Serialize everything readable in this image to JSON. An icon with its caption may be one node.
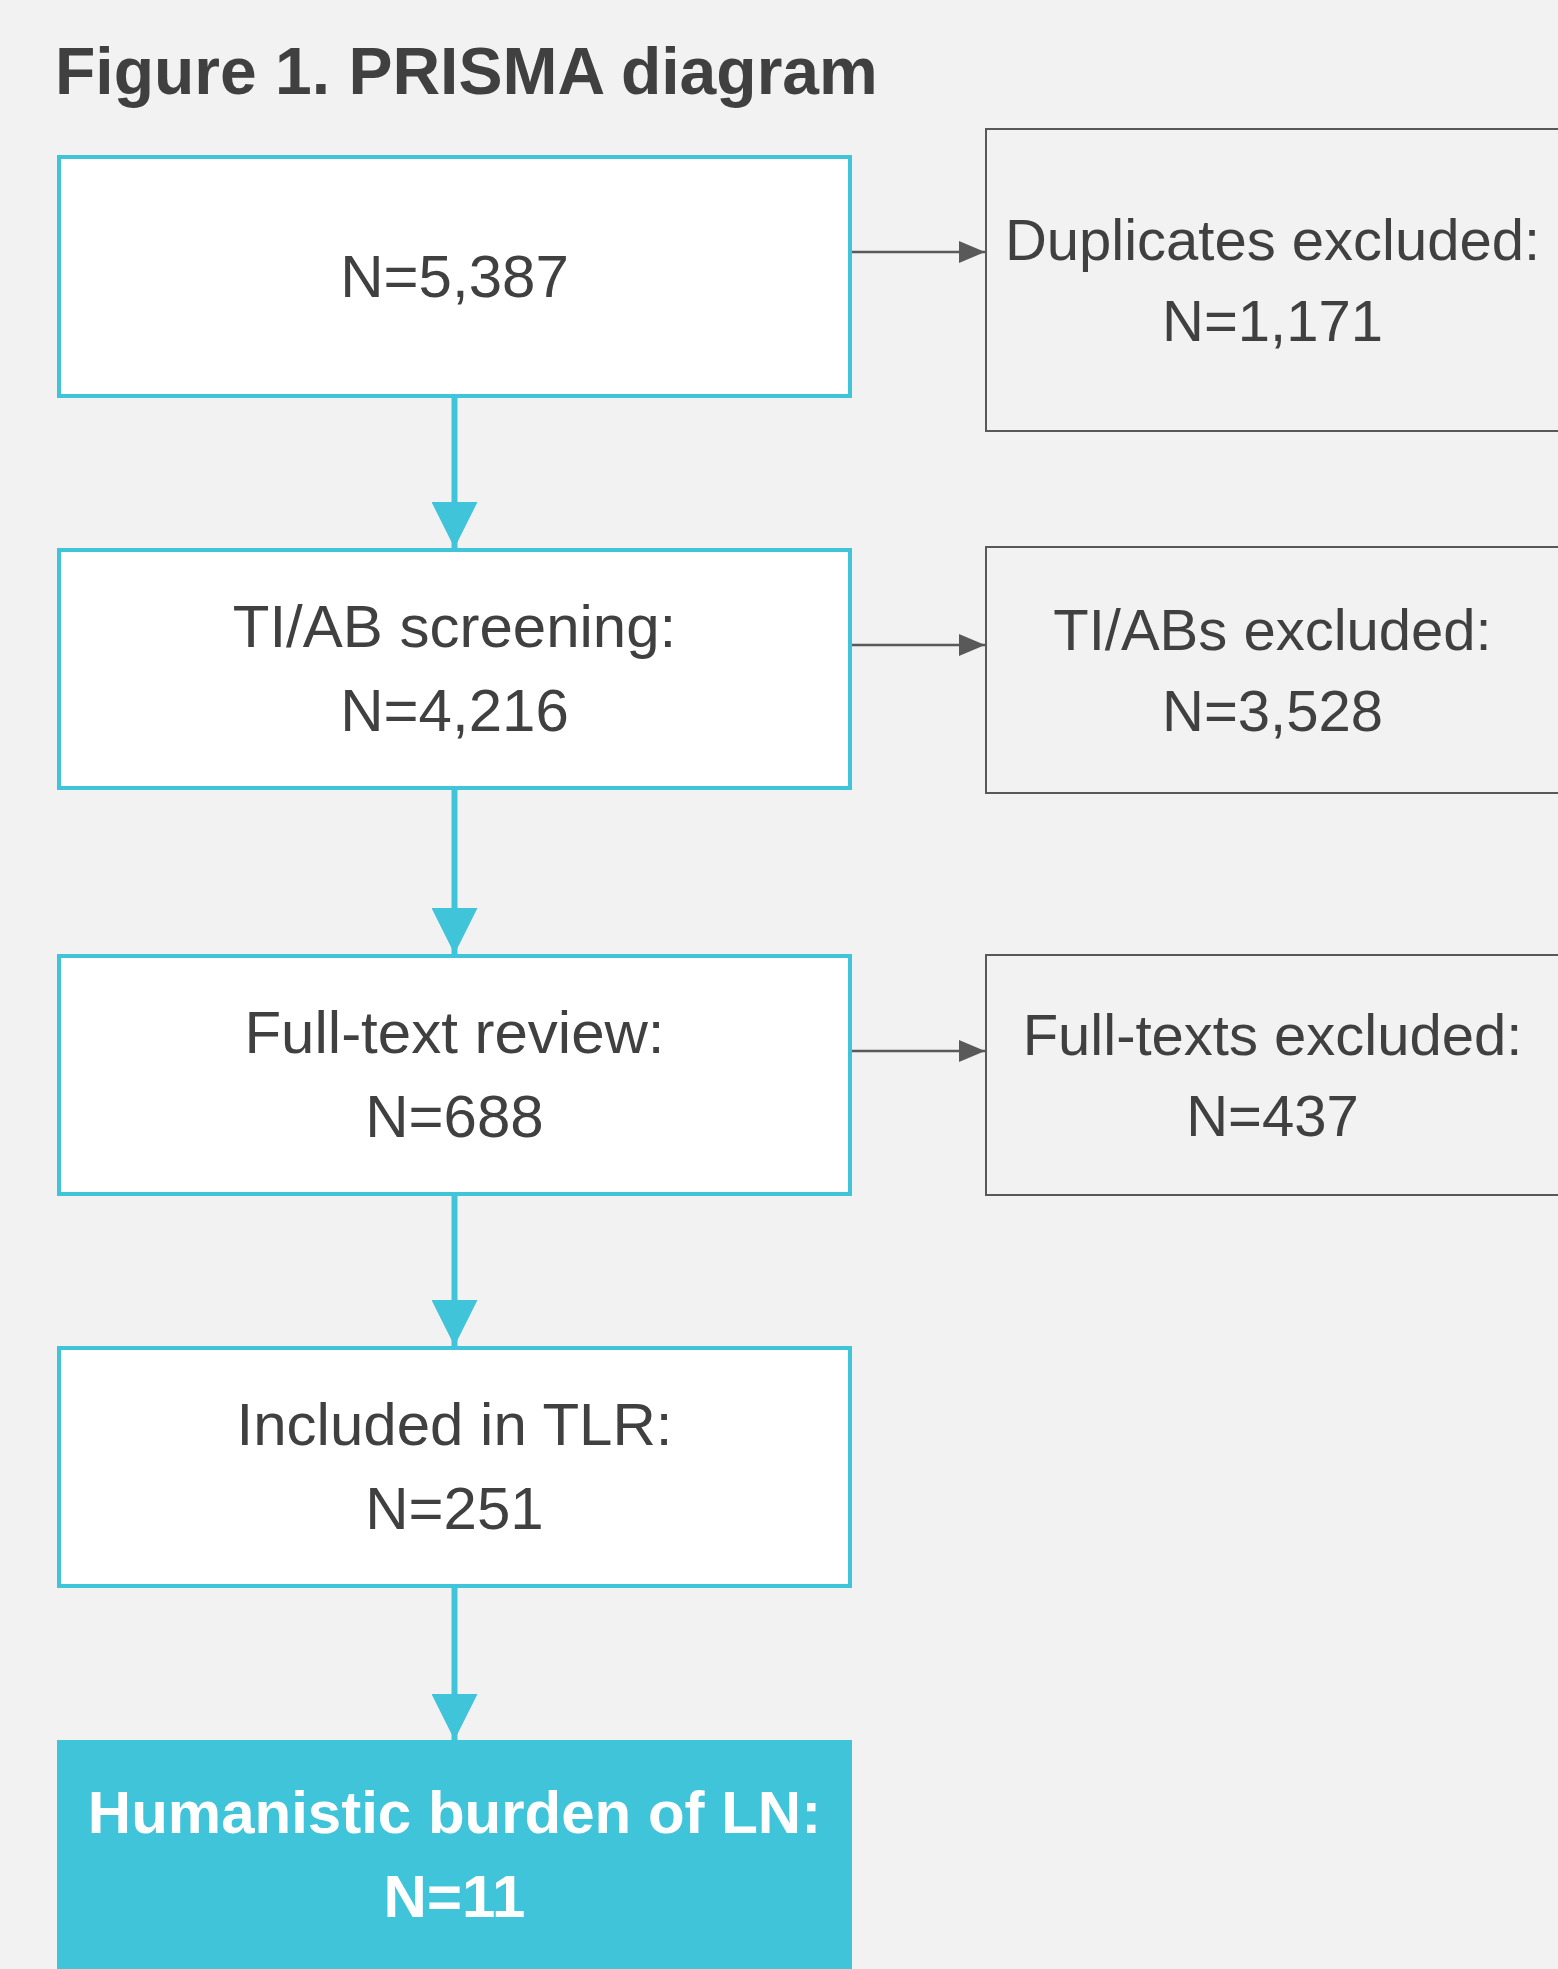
{
  "diagram": {
    "title": "Figure 1. PRISMA diagram",
    "nodes": [
      {
        "text": [
          "N=5,387"
        ]
      },
      {
        "text": [
          "Duplicates excluded: N=1,171"
        ]
      },
      {
        "text": [
          "TI/AB screening: N=4,216"
        ]
      },
      {
        "text": [
          "TI/ABs excluded: N=3,528"
        ]
      },
      {
        "text": [
          "Full-text review: N=688"
        ]
      },
      {
        "text": [
          "Full-texts excluded: N=437"
        ]
      },
      {
        "text": [
          "Included in TLR: N=251"
        ]
      },
      {
        "text": [
          "Humanistic burden of LN: N=11"
        ]
      }
    ],
    "edges": [
      {
        "from": 0,
        "to": 2,
        "arrow": "to"
      },
      {
        "from": 0,
        "to": 1,
        "arrow": "to",
        "color": "#595959"
      },
      {
        "from": 2,
        "to": 4,
        "arrow": "to"
      },
      {
        "from": 2,
        "to": 3,
        "arrow": "to",
        "color": "#595959"
      },
      {
        "from": 4,
        "to": 6,
        "arrow": "to"
      },
      {
        "from": 4,
        "to": 5,
        "arrow": "to",
        "color": "#595959"
      },
      {
        "from": 6,
        "to": 7,
        "arrow": "to"
      }
    ]
  }
}
